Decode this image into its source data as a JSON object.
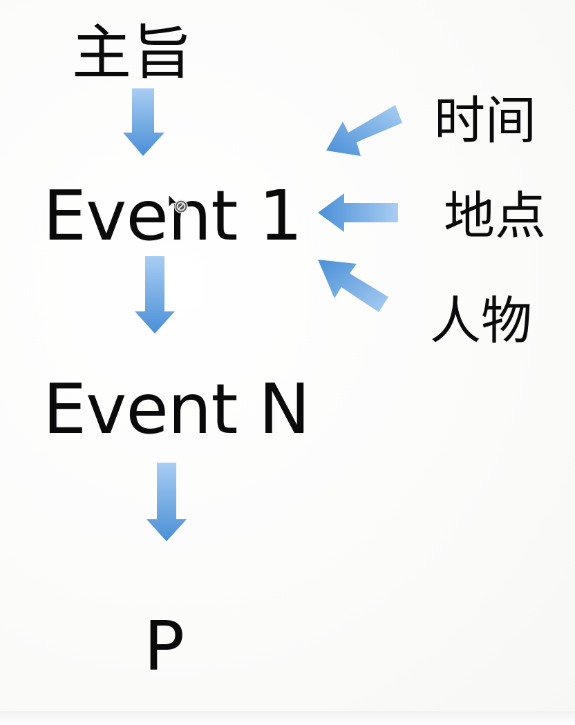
{
  "diagram": {
    "title": "主旨",
    "nodes": [
      {
        "id": "theme",
        "label": "主旨"
      },
      {
        "id": "event1",
        "label": "Event 1"
      },
      {
        "id": "eventN",
        "label": "Event N"
      },
      {
        "id": "p",
        "label": "P"
      }
    ],
    "side_inputs": [
      {
        "id": "time",
        "label": "时间"
      },
      {
        "id": "place",
        "label": "地点"
      },
      {
        "id": "people",
        "label": "人物"
      }
    ],
    "edges": [
      {
        "from": "theme",
        "to": "event1"
      },
      {
        "from": "event1",
        "to": "eventN"
      },
      {
        "from": "eventN",
        "to": "p"
      },
      {
        "from": "time",
        "to": "event1"
      },
      {
        "from": "place",
        "to": "event1"
      },
      {
        "from": "people",
        "to": "event1"
      }
    ],
    "colors": {
      "arrow_light": "#a9cdf3",
      "arrow_dark": "#4a8fd6",
      "text": "#0a0a0a",
      "background": "#fbfbfa"
    }
  },
  "cursor": {
    "icon": "not-allowed-cursor"
  }
}
